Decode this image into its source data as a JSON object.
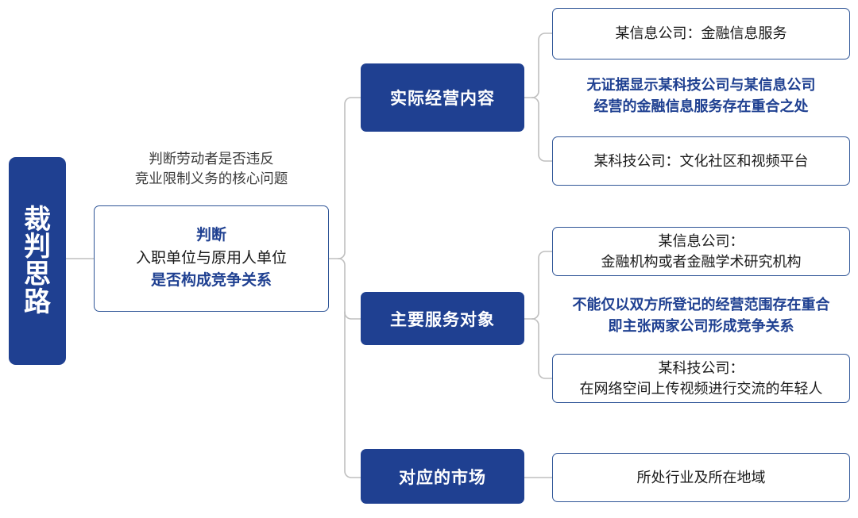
{
  "diagram": {
    "title": "裁判思路",
    "root": {
      "label": "裁判思路",
      "chars": [
        "裁",
        "判",
        "思",
        "路"
      ],
      "color": "#1F4091"
    },
    "caption": {
      "lines": [
        "判断劳动者是否违反",
        "竞业限制义务的核心问题"
      ]
    },
    "core": {
      "lines": [
        {
          "text": "判断",
          "emphasis": true
        },
        {
          "text": "入职单位与原用人单位",
          "emphasis": false
        },
        {
          "text": "是否构成竞争关系",
          "emphasis": true
        }
      ],
      "border_color": "#2F5597"
    },
    "branches": [
      {
        "label": "实际经营内容",
        "leaves": [
          {
            "lines": [
              "某信息公司：金融信息服务"
            ]
          },
          {
            "lines": [
              "某科技公司：文化社区和视频平台"
            ]
          }
        ],
        "note": {
          "lines": [
            "无证据显示某科技公司与某信息公司",
            "经营的金融信息服务存在重合之处"
          ],
          "color": "#1F4091"
        }
      },
      {
        "label": "主要服务对象",
        "leaves": [
          {
            "lines": [
              "某信息公司：",
              "金融机构或者金融学术研究机构"
            ]
          },
          {
            "lines": [
              "某科技公司：",
              "在网络空间上传视频进行交流的年轻人"
            ]
          }
        ],
        "note": {
          "lines": [
            "不能仅以双方所登记的经营范围存在重合",
            "即主张两家公司形成竞争关系"
          ],
          "color": "#1F4091"
        }
      },
      {
        "label": "对应的市场",
        "leaves": [
          {
            "lines": [
              "所处行业及所在地域"
            ]
          }
        ],
        "note": null
      }
    ],
    "colors": {
      "brand_blue": "#1F4091",
      "border_blue": "#2F5597",
      "connector_gray": "#BFBFBF",
      "body_text": "#1a1a1a",
      "caption_text": "#3a3a3a"
    }
  }
}
